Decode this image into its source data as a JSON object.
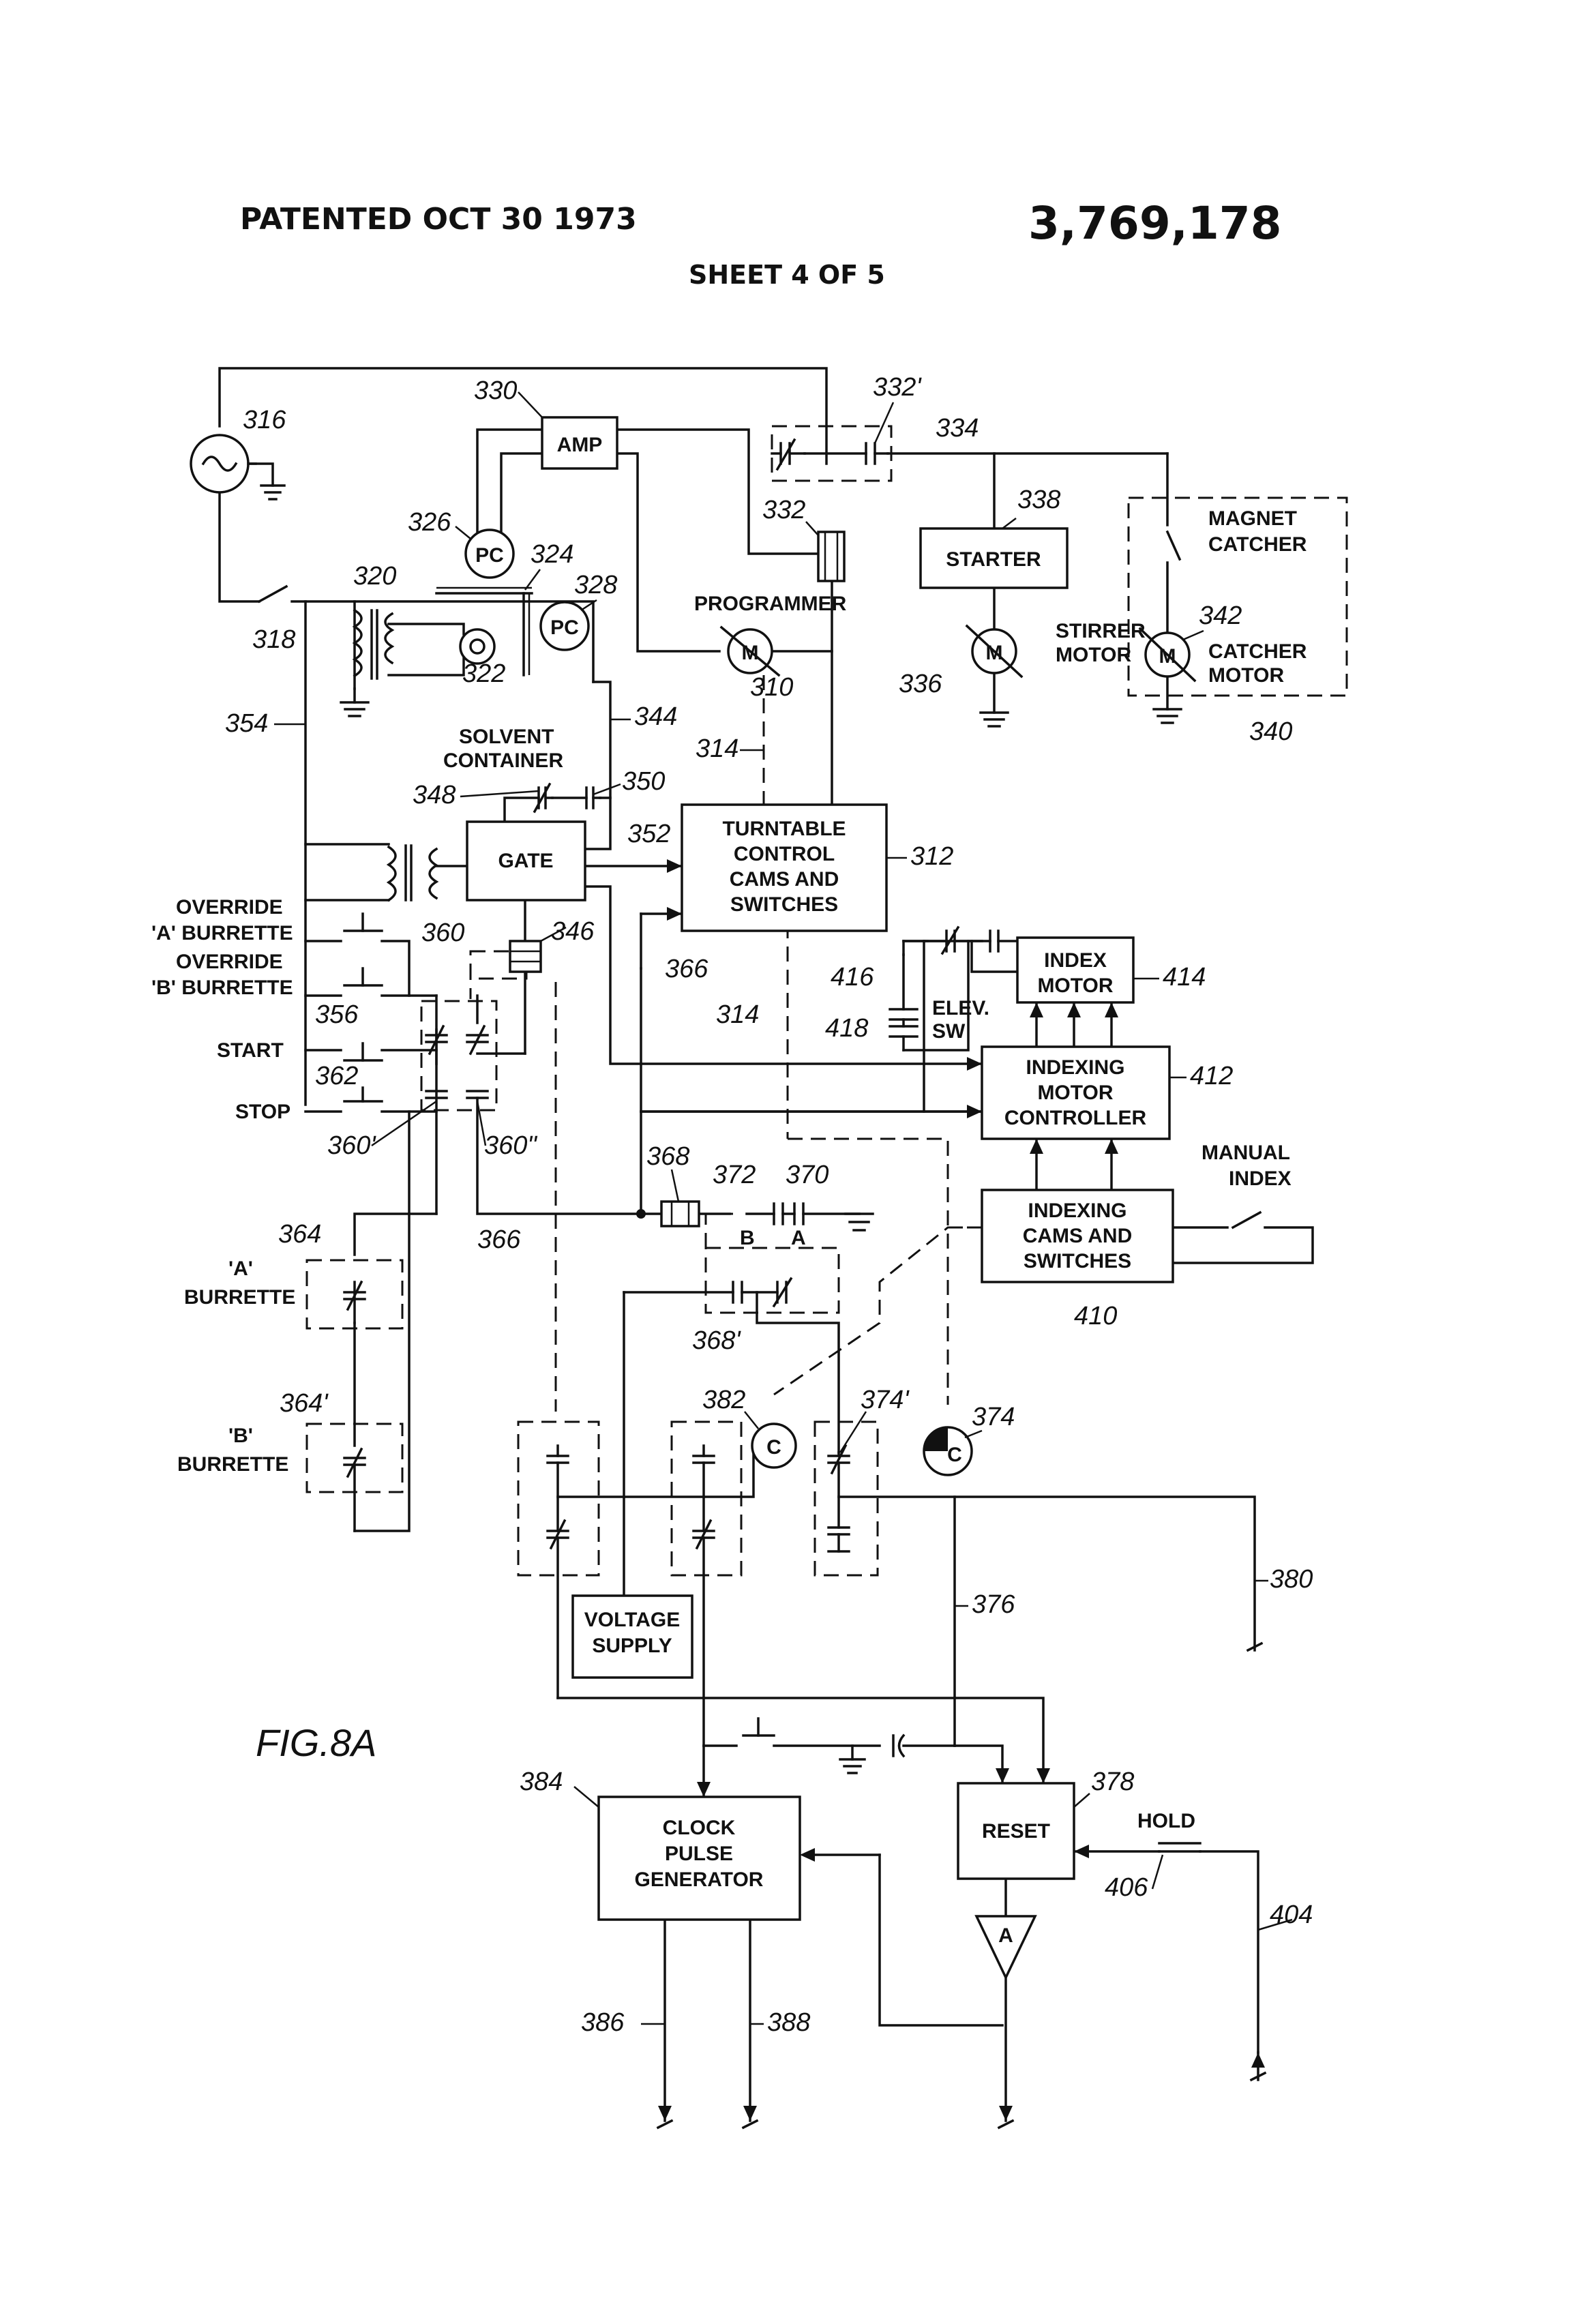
{
  "header": {
    "patented": "PATENTED OCT 30 1973",
    "patent_number": "3,769,178",
    "sheet": "SHEET 4 OF 5"
  },
  "figure_label": "FIG.8A",
  "blocks": {
    "amp": "AMP",
    "starter": "STARTER",
    "gate": "GATE",
    "turntable_line1": "TURNTABLE",
    "turntable_line2": "CONTROL",
    "turntable_line3": "CAMS AND",
    "turntable_line4": "SWITCHES",
    "index_motor_line1": "INDEX",
    "index_motor_line2": "MOTOR",
    "indexing_controller_line1": "INDEXING",
    "indexing_controller_line2": "MOTOR",
    "indexing_controller_line3": "CONTROLLER",
    "indexing_cams_line1": "INDEXING",
    "indexing_cams_line2": "CAMS AND",
    "indexing_cams_line3": "SWITCHES",
    "voltage_supply_line1": "VOLTAGE",
    "voltage_supply_line2": "SUPPLY",
    "clock_line1": "CLOCK",
    "clock_line2": "PULSE",
    "clock_line3": "GENERATOR",
    "reset": "RESET",
    "amp_a": "A",
    "pc1": "PC",
    "pc2": "PC",
    "motor_m1": "M",
    "motor_m2": "M",
    "motor_m3": "M",
    "counter_c1": "C",
    "counter_c2": "C"
  },
  "labels": {
    "programmer": "PROGRAMMER",
    "stirrer_line1": "STIRRER",
    "stirrer_line2": "MOTOR",
    "magnet_line1": "MAGNET",
    "magnet_line2": "CATCHER",
    "catcher_line1": "CATCHER",
    "catcher_line2": "MOTOR",
    "solvent_line1": "SOLVENT",
    "solvent_line2": "CONTAINER",
    "override_a_line1": "OVERRIDE",
    "override_a_line2": "'A' BURRETTE",
    "override_b_line1": "OVERRIDE",
    "override_b_line2": "'B' BURRETTE",
    "start": "START",
    "stop": "STOP",
    "elev_line1": "ELEV.",
    "elev_line2": "SW",
    "manual_line1": "MANUAL",
    "manual_line2": "INDEX",
    "a_burrette_line1": "'A'",
    "a_burrette_line2": "BURRETTE",
    "b_burrette_line1": "'B'",
    "b_burrette_line2": "BURRETTE",
    "hold": "HOLD",
    "contact_b": "B",
    "contact_a": "A"
  },
  "refs": {
    "r316": "316",
    "r330": "330",
    "r332p": "332'",
    "r334": "334",
    "r338": "338",
    "r326": "326",
    "r324": "324",
    "r320": "320",
    "r328": "328",
    "r332": "332",
    "r318": "318",
    "r322": "322",
    "r310": "310",
    "r336": "336",
    "r342": "342",
    "r340": "340",
    "r354": "354",
    "r344": "344",
    "r314a": "314",
    "r348": "348",
    "r350": "350",
    "r352": "352",
    "r312": "312",
    "r346": "346",
    "r360": "360",
    "r366a": "366",
    "r416": "416",
    "r414": "414",
    "r418": "418",
    "r314b": "314",
    "r356": "356",
    "r412": "412",
    "r362": "362",
    "r360p": "360'",
    "r360pp": "360\"",
    "r368": "368",
    "r372": "372",
    "r370": "370",
    "r366b": "366",
    "r364": "364",
    "r410": "410",
    "r368p": "368'",
    "r364p": "364'",
    "r382": "382",
    "r374p": "374'",
    "r374": "374",
    "r380": "380",
    "r376": "376",
    "r378": "378",
    "r384": "384",
    "r406": "406",
    "r404": "404",
    "r386": "386",
    "r388": "388"
  }
}
